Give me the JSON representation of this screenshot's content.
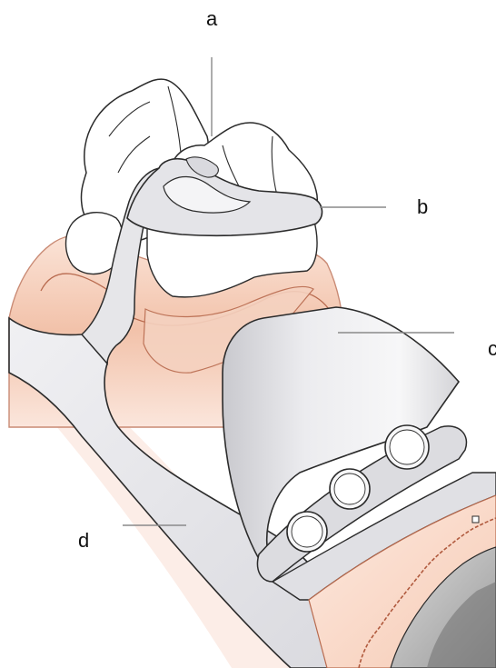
{
  "labels": {
    "a": "a",
    "b": "b",
    "c": "c",
    "d": "d"
  },
  "colors": {
    "gingiva": "#f2c3ac",
    "gingiva_light": "#fbe6dc",
    "metal_frame": "#e6e6e9",
    "outline": "#2b2b2b",
    "leader_line": "#8a8a8a"
  }
}
